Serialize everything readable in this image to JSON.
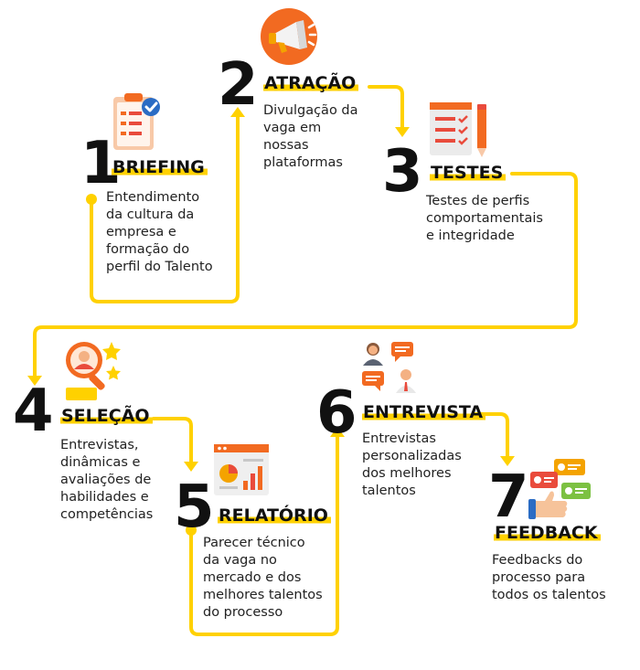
{
  "steps": [
    {
      "number": "1",
      "title": "BRIEFING",
      "lines": [
        "Entendimento",
        "da cultura da",
        "empresa e",
        "formação do",
        "perfil do Talento"
      ]
    },
    {
      "number": "2",
      "title": "ATRAÇÃO",
      "lines": [
        "Divulgação da",
        "vaga em",
        "nossas",
        "plataformas"
      ]
    },
    {
      "number": "3",
      "title": "TESTES",
      "lines": [
        "Testes de perfis",
        "comportamentais",
        "e integridade"
      ]
    },
    {
      "number": "4",
      "title": "SELEÇÃO",
      "lines": [
        "Entrevistas,",
        "dinâmicas e",
        "avaliações de",
        "habilidades e",
        "competências"
      ]
    },
    {
      "number": "5",
      "title": "RELATÓRIO",
      "lines": [
        "Parecer técnico",
        "da vaga no",
        "mercado e dos",
        "melhores talentos",
        "do processo"
      ]
    },
    {
      "number": "6",
      "title": "ENTREVISTA",
      "lines": [
        "Entrevistas",
        "personalizadas",
        "dos melhores",
        "talentos"
      ]
    },
    {
      "number": "7",
      "title": "FEEDBACK",
      "lines": [
        "Feedbacks do",
        "processo para",
        "todos os talentos"
      ]
    }
  ],
  "icons": {
    "step1": "checklist-clipboard-icon",
    "step2": "megaphone-icon",
    "step3": "test-sheet-pencil-icon",
    "step4": "candidate-search-icon",
    "step5": "report-chart-icon",
    "step6": "interview-chat-icon",
    "step7": "feedback-thumbs-up-icon"
  },
  "colors": {
    "accent": "#FFD100",
    "orange": "#F26A21",
    "text": "#111111"
  }
}
